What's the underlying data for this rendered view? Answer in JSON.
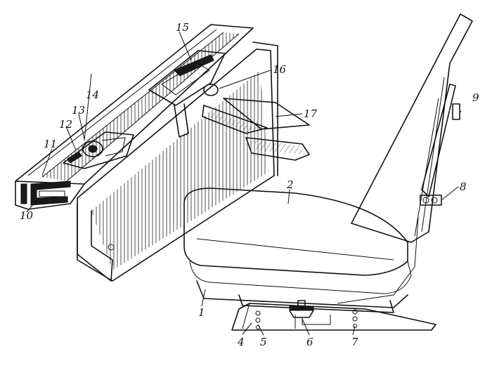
{
  "labels": {
    "l1": "1",
    "l2": "2",
    "l4": "4",
    "l5": "5",
    "l6": "6",
    "l7": "7",
    "l8": "8",
    "l9": "9",
    "l10": "10",
    "l11": "11",
    "l12": "12",
    "l13": "13",
    "l14": "14",
    "l15": "15",
    "l16": "16",
    "l17": "17"
  }
}
